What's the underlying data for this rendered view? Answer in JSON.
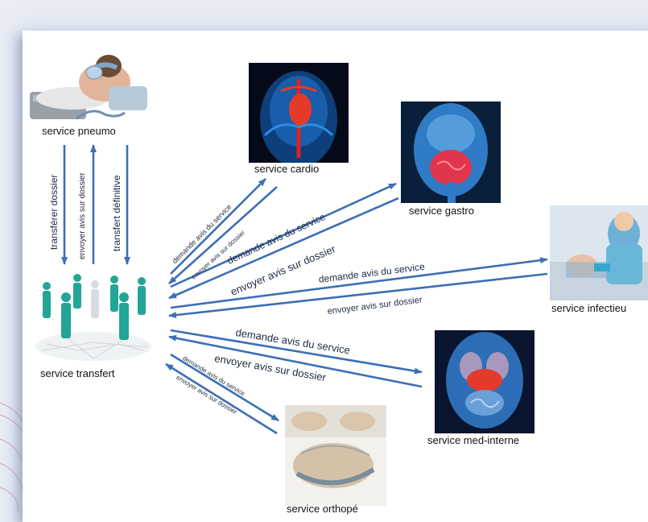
{
  "nodes": {
    "pneumo": "service pneumo",
    "cardio": "service cardio",
    "gastro": "service gastro",
    "infectieux": "service infectieu",
    "transfert": "service transfert",
    "med_interne": "service med-interne",
    "orthope": "service orthopé"
  },
  "edges": {
    "transferer_dossier": "transférer dossier",
    "envoyer_avis_pneumo": "envoyer avis sur dossier",
    "transfert_definitive": "transfert définitive",
    "demande_cardio": "demande avis du service",
    "envoyer_cardio": "envoyer avis sur dossier",
    "demande_gastro": "demande avis du service",
    "envoyer_gastro": "envoyer avis sur dossier",
    "demande_infect": "demande avis du service",
    "envoyer_infect": "envoyer avis sur dossier",
    "demande_med": "demande avis du service",
    "envoyer_med": "envoyer avis sur dossier",
    "demande_ortho": "demande avis du service",
    "envoyer_ortho": "envoyer avis sur dossier"
  },
  "colors": {
    "arrow": "#3c6fb5",
    "background": "#e9edf4",
    "decor_curves": "#d7a6c7"
  }
}
